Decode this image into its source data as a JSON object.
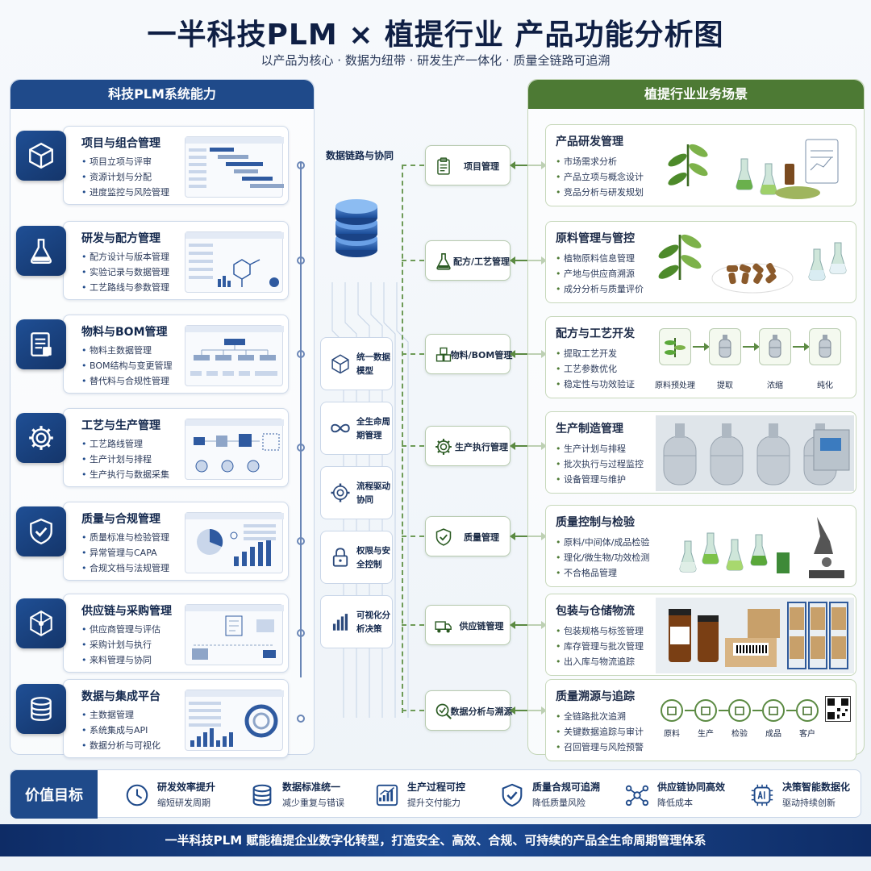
{
  "header": {
    "title": "一半科技PLM × 植提行业  产品功能分析图",
    "subtitle": "以产品为核心 · 数据为纽带 · 研发生产一体化 · 质量全链路可追溯"
  },
  "left_panel": {
    "title": "科技PLM系统能力",
    "modules": [
      {
        "title": "项目与组合管理",
        "items": [
          "项目立项与评审",
          "资源计划与分配",
          "进度监控与风险管理"
        ],
        "icon": "cube-icon"
      },
      {
        "title": "研发与配方管理",
        "items": [
          "配方设计与版本管理",
          "实验记录与数据管理",
          "工艺路线与参数管理"
        ],
        "icon": "flask-icon"
      },
      {
        "title": "物料与BOM管理",
        "items": [
          "物料主数据管理",
          "BOM结构与变更管理",
          "替代料与合规性管理"
        ],
        "icon": "document-list-icon"
      },
      {
        "title": "工艺与生产管理",
        "items": [
          "工艺路线管理",
          "生产计划与排程",
          "生产执行与数据采集"
        ],
        "icon": "gear-icon"
      },
      {
        "title": "质量与合规管理",
        "items": [
          "质量标准与检验管理",
          "异常管理与CAPA",
          "合规文档与法规管理"
        ],
        "icon": "shield-check-icon"
      },
      {
        "title": "供应链与采购管理",
        "items": [
          "供应商管理与评估",
          "采购计划与执行",
          "来料管理与协同"
        ],
        "icon": "network-cube-icon"
      },
      {
        "title": "数据与集成平台",
        "items": [
          "主数据管理",
          "系统集成与API",
          "数据分析与可视化"
        ],
        "icon": "database-icon"
      }
    ]
  },
  "middle": {
    "title": "数据链路与协同",
    "pillars": [
      {
        "label": "统一数据模型",
        "icon": "cube-outline-icon"
      },
      {
        "label": "全生命周期管理",
        "icon": "infinity-icon"
      },
      {
        "label": "流程驱动协同",
        "icon": "gear-outline-icon"
      },
      {
        "label": "权限与安全控制",
        "icon": "lock-icon"
      },
      {
        "label": "可视化分析决策",
        "icon": "bar-chart-icon"
      }
    ],
    "nodes": [
      {
        "label": "项目管理",
        "icon": "clipboard-icon"
      },
      {
        "label": "配方/工艺管理",
        "icon": "flask-icon"
      },
      {
        "label": "物料/BOM管理",
        "icon": "boxes-icon"
      },
      {
        "label": "生产执行管理",
        "icon": "gear-icon"
      },
      {
        "label": "质量管理",
        "icon": "shield-check-icon"
      },
      {
        "label": "供应链管理",
        "icon": "truck-icon"
      },
      {
        "label": "数据分析与溯源",
        "icon": "magnifier-check-icon"
      }
    ]
  },
  "right_panel": {
    "title": "植提行业业务场景",
    "scenes": [
      {
        "title": "产品研发管理",
        "items": [
          "市场需求分析",
          "产品立项与概念设计",
          "竞品分析与研发规划"
        ]
      },
      {
        "title": "原料管理与管控",
        "items": [
          "植物原料信息管理",
          "产地与供应商溯源",
          "成分分析与质量评价"
        ]
      },
      {
        "title": "配方与工艺开发",
        "items": [
          "提取工艺开发",
          "工艺参数优化",
          "稳定性与功效验证"
        ],
        "steps": [
          "原料预处理",
          "提取",
          "浓缩",
          "纯化"
        ]
      },
      {
        "title": "生产制造管理",
        "items": [
          "生产计划与排程",
          "批次执行与过程监控",
          "设备管理与维护"
        ]
      },
      {
        "title": "质量控制与检验",
        "items": [
          "原料/中间体/成品检验",
          "理化/微生物/功效检测",
          "不合格品管理"
        ]
      },
      {
        "title": "包装与仓储物流",
        "items": [
          "包装规格与标签管理",
          "库存管理与批次管理",
          "出入库与物流追踪"
        ]
      },
      {
        "title": "质量溯源与追踪",
        "items": [
          "全链路批次追溯",
          "关键数据追踪与审计",
          "召回管理与风险预警"
        ],
        "steps": [
          "原料",
          "生产",
          "检验",
          "成品",
          "客户"
        ]
      }
    ]
  },
  "value_bar": {
    "label": "价值目标",
    "goals": [
      {
        "title": "研发效率提升",
        "sub": "缩短研发周期",
        "icon": "clock-icon"
      },
      {
        "title": "数据标准统一",
        "sub": "减少重复与错误",
        "icon": "database-icon"
      },
      {
        "title": "生产过程可控",
        "sub": "提升交付能力",
        "icon": "rising-chart-icon"
      },
      {
        "title": "质量合规可追溯",
        "sub": "降低质量风险",
        "icon": "shield-check-icon"
      },
      {
        "title": "供应链协同高效",
        "sub": "降低成本",
        "icon": "network-icon"
      },
      {
        "title": "决策智能数据化",
        "sub": "驱动持续创新",
        "icon": "ai-chip-icon"
      }
    ]
  },
  "footer": {
    "text": "一半科技PLM 赋能植提企业数字化转型，打造安全、高效、合规、可持续的产品全生命周期管理体系"
  },
  "colors": {
    "navy": "#1f4a8a",
    "green": "#4d7a34",
    "dark_text": "#13284d"
  }
}
